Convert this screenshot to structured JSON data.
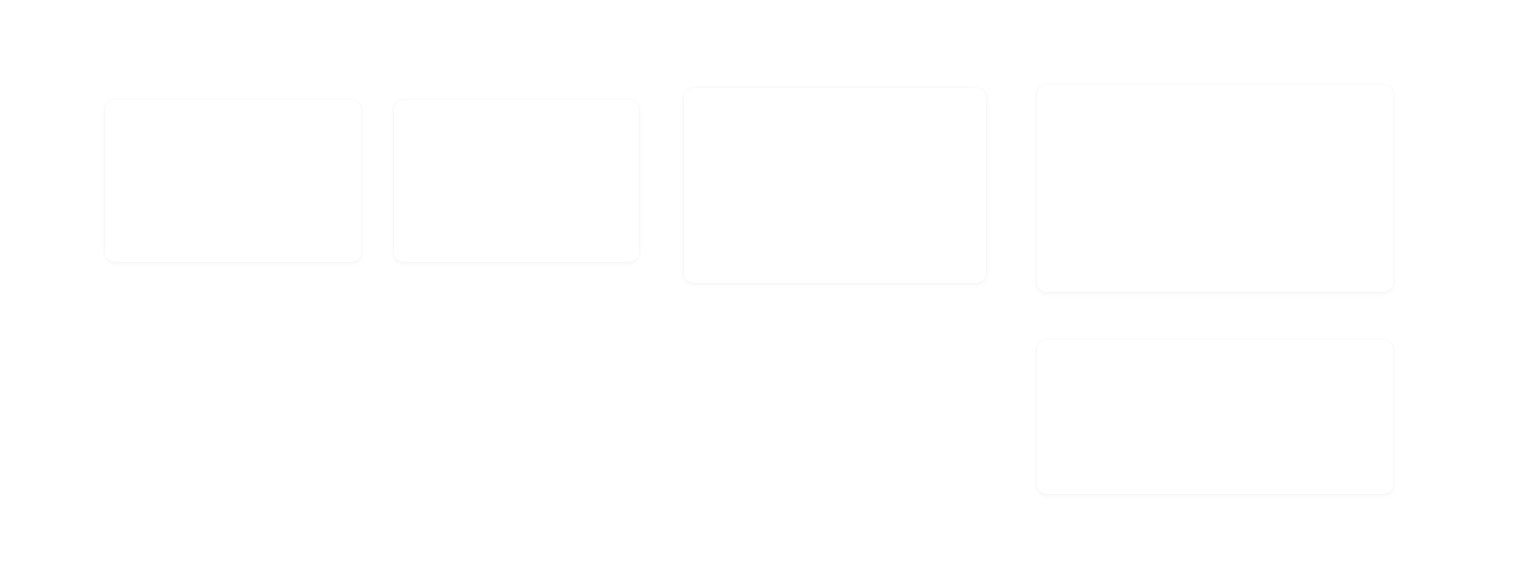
{
  "page": {
    "background_color": "#ffffff",
    "card_color": "#ffffff"
  },
  "cards": [
    {
      "name": "card-1"
    },
    {
      "name": "card-2"
    },
    {
      "name": "card-3"
    },
    {
      "name": "card-4"
    },
    {
      "name": "card-5"
    }
  ]
}
